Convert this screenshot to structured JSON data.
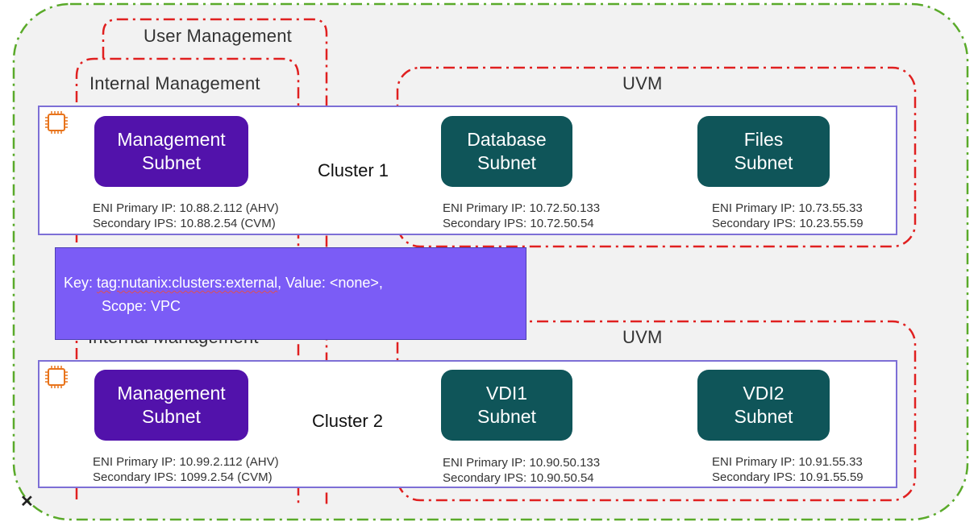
{
  "zones": {
    "user_management": "User Management",
    "internal_management_1": "Internal Management",
    "internal_management_2": "Internal Management",
    "uvm_1": "UVM",
    "uvm_2": "UVM"
  },
  "clusters": [
    {
      "name": "Cluster 1",
      "subnets": [
        {
          "line1": "Management",
          "line2": "Subnet",
          "ip1": "ENI Primary IP: 10.88.2.112 (AHV)",
          "ip2": "Secondary IPS: 10.88.2.54 (CVM)"
        },
        {
          "line1": "Database",
          "line2": "Subnet",
          "ip1": "ENI Primary IP: 10.72.50.133",
          "ip2": "Secondary IPS: 10.72.50.54"
        },
        {
          "line1": "Files",
          "line2": "Subnet",
          "ip1": "ENI Primary IP: 10.73.55.33",
          "ip2": "Secondary IPS: 10.23.55.59"
        }
      ]
    },
    {
      "name": "Cluster 2",
      "subnets": [
        {
          "line1": "Management",
          "line2": "Subnet",
          "ip1": "ENI Primary IP: 10.99.2.112 (AHV)",
          "ip2": "Secondary IPS: 1099.2.54 (CVM)"
        },
        {
          "line1": "VDI1",
          "line2": "Subnet",
          "ip1": "ENI Primary IP: 10.90.50.133",
          "ip2": "Secondary IPS: 10.90.50.54"
        },
        {
          "line1": "VDI2",
          "line2": "Subnet",
          "ip1": "ENI Primary IP: 10.91.55.33",
          "ip2": "Secondary IPS: 10.91.55.59"
        }
      ]
    }
  ],
  "key_box": {
    "key_prefix": "Key: ",
    "key_tag": "tag:nutanix:clusters:external",
    "value_text": ", Value: <none>,",
    "scope_text": "Scope: VPC"
  },
  "close_glyph": "✕",
  "colors": {
    "outer_border": "#5aaa2a",
    "zone_border": "#e02020",
    "cluster_border": "#7d6fd6",
    "management_subnet": "#5212ab",
    "workload_subnet": "#0f5559",
    "key_box": "#7b5cf6",
    "chip_icon": "#e8741c"
  }
}
